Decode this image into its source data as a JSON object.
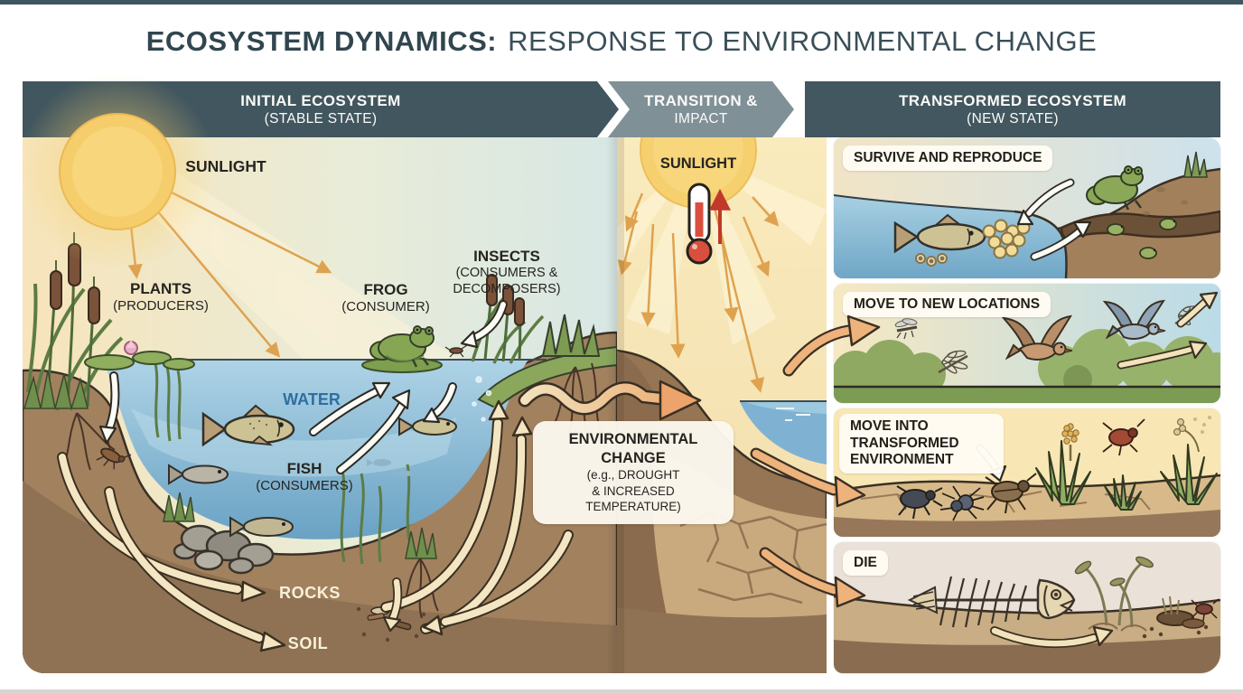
{
  "title": {
    "bold": "ECOSYSTEM DYNAMICS:",
    "rest": "RESPONSE TO ENVIRONMENTAL CHANGE"
  },
  "stages": [
    {
      "line1": "INITIAL ECOSYSTEM",
      "line2": "(STABLE STATE)"
    },
    {
      "line1": "TRANSITION &",
      "line2": "IMPACT"
    },
    {
      "line1": "TRANSFORMED ECOSYSTEM",
      "line2": "(NEW STATE)"
    }
  ],
  "initial": {
    "sunlight": "SUNLIGHT",
    "plants": "PLANTS",
    "plants_sub": "(PRODUCERS)",
    "frog": "FROG",
    "frog_sub": "(CONSUMER)",
    "insects": "INSECTS",
    "insects_sub1": "(CONSUMERS &",
    "insects_sub2": "DECOMPOSERS)",
    "water": "WATER",
    "fish": "FISH",
    "fish_sub": "(CONSUMERS)",
    "rocks": "ROCKS",
    "soil": "SOIL"
  },
  "transition": {
    "sunlight": "SUNLIGHT",
    "change_line1": "ENVIRONMENTAL",
    "change_line2": "CHANGE",
    "change_line3": "(e.g., DROUGHT",
    "change_line4": "& INCREASED",
    "change_line5": "TEMPERATURE)"
  },
  "outcomes": [
    {
      "label": "SURVIVE AND REPRODUCE"
    },
    {
      "label": "MOVE TO NEW LOCATIONS"
    },
    {
      "label": "MOVE INTO TRANSFORMED ENVIRONMENT"
    },
    {
      "label": "DIE"
    }
  ],
  "colors": {
    "title_text": "#31464f",
    "header_dark": "#41565f",
    "header_mid": "#7f9097",
    "sun": "#f6cf6e",
    "water": "#7fb2d2",
    "soil_brown": "#a2815f",
    "accent_arrow": "#eca36c",
    "label_dark": "#262420"
  }
}
